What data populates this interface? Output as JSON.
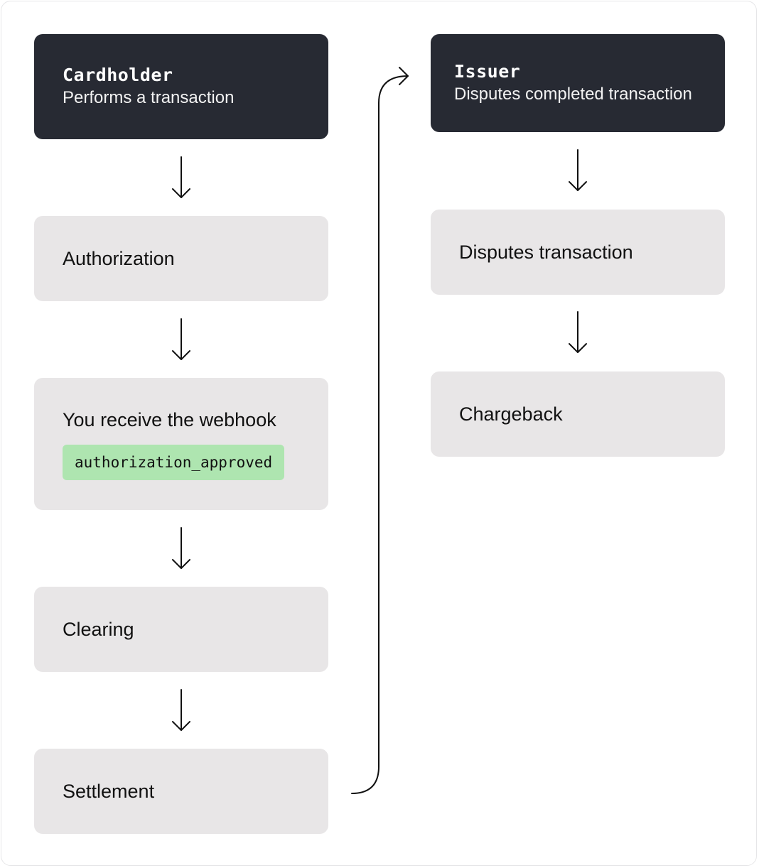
{
  "left_column": {
    "cardholder": {
      "title": "Cardholder",
      "subtitle": "Performs a transaction"
    },
    "authorization": "Authorization",
    "webhook": {
      "label": "You receive the webhook",
      "code": "authorization_approved"
    },
    "clearing": "Clearing",
    "settlement": "Settlement"
  },
  "right_column": {
    "issuer": {
      "title": "Issuer",
      "subtitle": "Disputes completed transaction"
    },
    "disputes": "Disputes transaction",
    "chargeback": "Chargeback"
  },
  "colors": {
    "dark_box": "#272a33",
    "light_box": "#e8e6e7",
    "code_badge": "#aee5b0",
    "arrow": "#111111"
  }
}
